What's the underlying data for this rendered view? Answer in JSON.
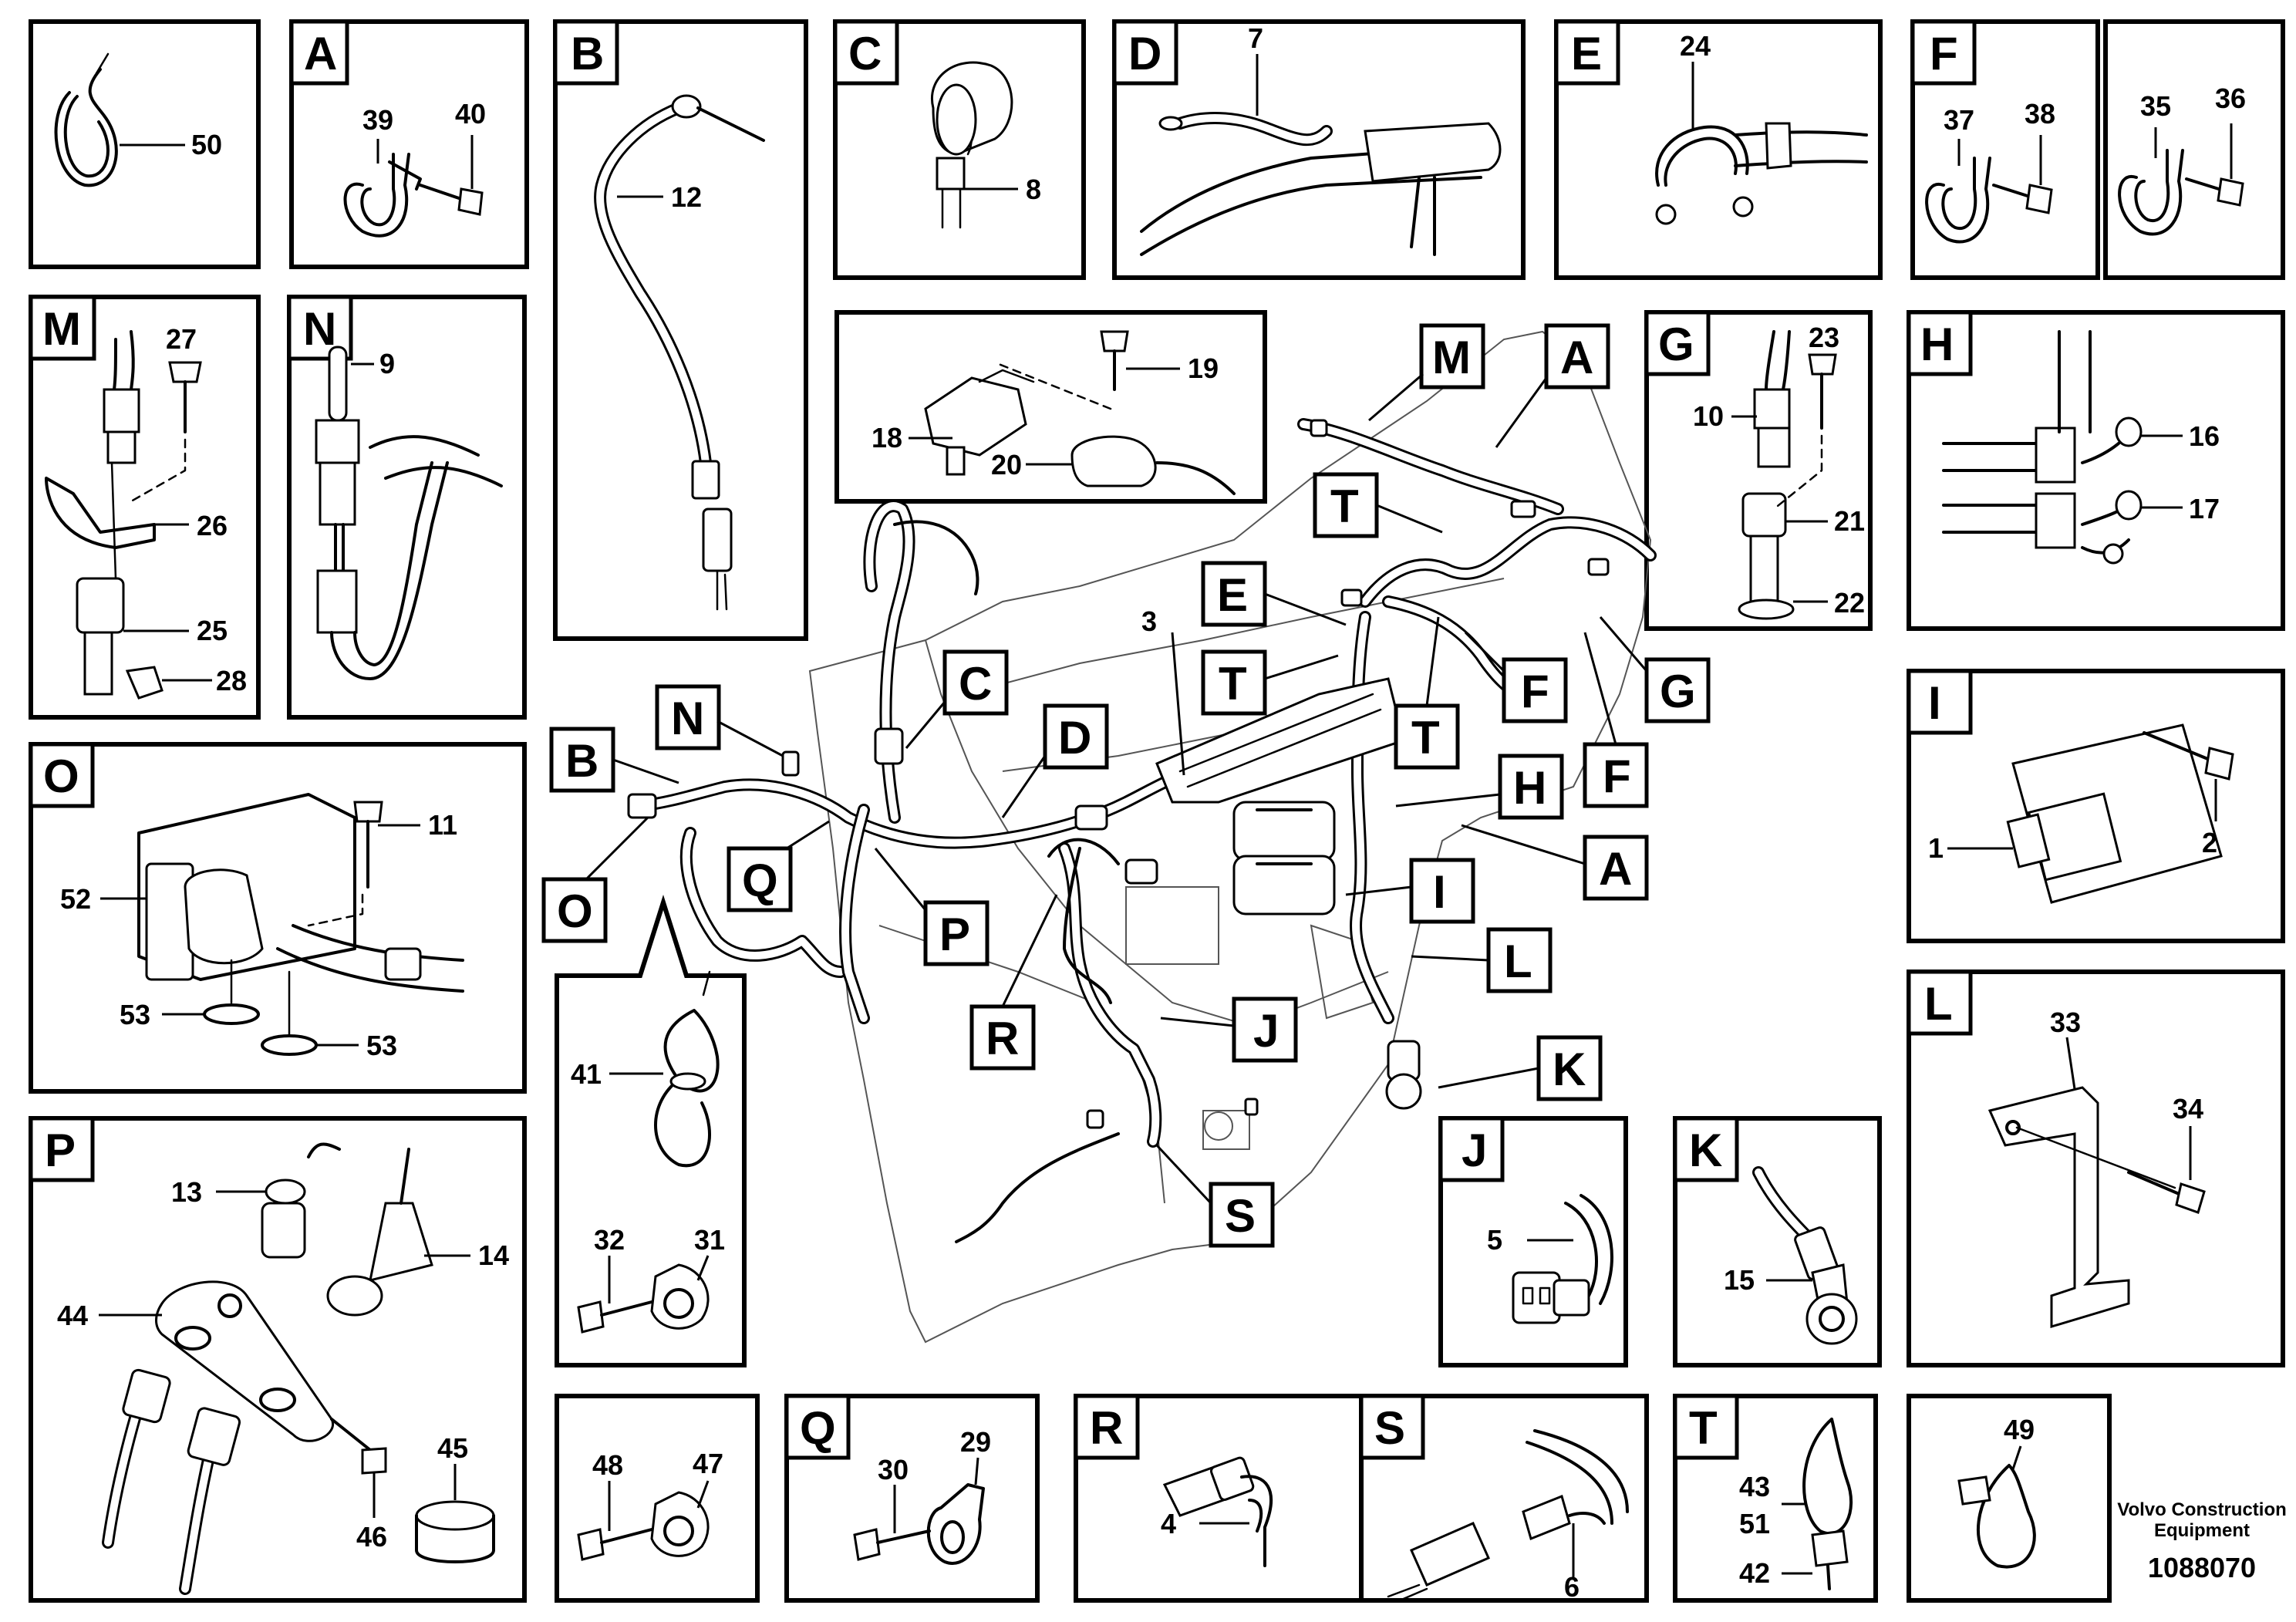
{
  "footer": {
    "company": "Volvo Construction",
    "company2": "Equipment",
    "drawing_number": "1088070"
  },
  "panels": {
    "p50": {
      "callouts": [
        "50"
      ]
    },
    "A": {
      "letter": "A",
      "callouts": [
        "39",
        "40"
      ]
    },
    "B": {
      "letter": "B",
      "callouts": [
        "12"
      ]
    },
    "C": {
      "letter": "C",
      "callouts": [
        "8"
      ]
    },
    "D": {
      "letter": "D",
      "callouts": [
        "7"
      ]
    },
    "E": {
      "letter": "E",
      "callouts": [
        "24"
      ]
    },
    "F": {
      "letter": "F",
      "callouts": [
        "37",
        "38"
      ]
    },
    "p35": {
      "callouts": [
        "35",
        "36"
      ]
    },
    "M": {
      "letter": "M",
      "callouts": [
        "27",
        "26",
        "25",
        "28"
      ]
    },
    "N": {
      "letter": "N",
      "callouts": [
        "9"
      ]
    },
    "sensor": {
      "callouts": [
        "19",
        "18",
        "20"
      ]
    },
    "G": {
      "letter": "G",
      "callouts": [
        "23",
        "10",
        "21",
        "22"
      ]
    },
    "H": {
      "letter": "H",
      "callouts": [
        "16",
        "17"
      ]
    },
    "I": {
      "letter": "I",
      "callouts": [
        "1",
        "2"
      ]
    },
    "O": {
      "letter": "O",
      "callouts": [
        "11",
        "52",
        "53",
        "53"
      ]
    },
    "clamp41": {
      "callouts": [
        "41",
        "32",
        "31"
      ]
    },
    "L": {
      "letter": "L",
      "callouts": [
        "33",
        "34"
      ]
    },
    "P": {
      "letter": "P",
      "callouts": [
        "13",
        "14",
        "44",
        "46",
        "45"
      ]
    },
    "J": {
      "letter": "J",
      "callouts": [
        "5"
      ]
    },
    "K": {
      "letter": "K",
      "callouts": [
        "15"
      ]
    },
    "p48": {
      "callouts": [
        "48",
        "47"
      ]
    },
    "Q": {
      "letter": "Q",
      "callouts": [
        "30",
        "29"
      ]
    },
    "R": {
      "letter": "R",
      "callouts": [
        "4"
      ]
    },
    "S": {
      "letter": "S",
      "callouts": [
        "6"
      ]
    },
    "T": {
      "letter": "T",
      "callouts": [
        "43",
        "51",
        "42"
      ]
    },
    "p49": {
      "callouts": [
        "49"
      ]
    }
  },
  "main": {
    "callout_3": "3",
    "tags": [
      "M",
      "A",
      "T",
      "E",
      "T",
      "C",
      "N",
      "B",
      "D",
      "F",
      "G",
      "T",
      "F",
      "H",
      "A",
      "I",
      "L",
      "J",
      "K",
      "S",
      "R",
      "P",
      "Q",
      "O"
    ]
  }
}
